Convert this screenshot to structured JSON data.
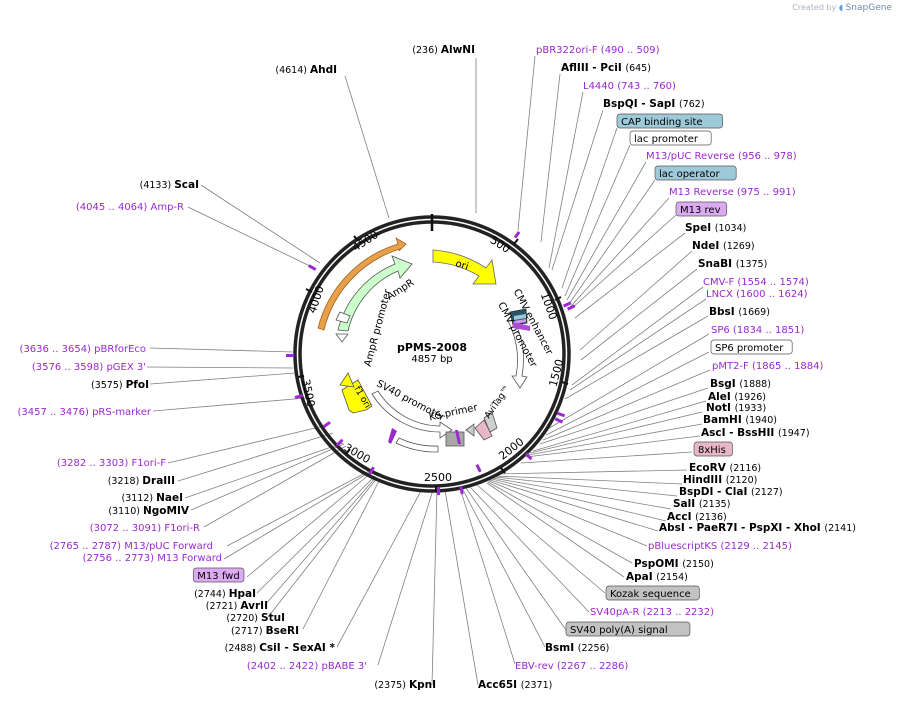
{
  "credit": {
    "prefix": "Created by",
    "brand": "SnapGene"
  },
  "plasmid": {
    "name": "pPMS-2008",
    "length": "4857 bp"
  },
  "ticks": [
    "500",
    "1000",
    "1500",
    "2000",
    "2500",
    "3000",
    "3500",
    "4000",
    "4500"
  ],
  "features": {
    "ori": "ori",
    "cmv_enhancer": "CMV enhancer",
    "cmv_promoter": "CMV promoter",
    "avitag": "AviTag™",
    "ks_primer": "KS primer",
    "sv40_promoter": "SV40 promoter",
    "f1_ori": "f1 ori",
    "ampr_promoter": "AmpR promoter",
    "ampr": "AmpR"
  },
  "labels": [
    {
      "id": "alwni",
      "num": "(236)",
      "name": "AlwNI",
      "kind": "enz"
    },
    {
      "id": "ahdi",
      "num": "(4614)",
      "name": "AhdI",
      "kind": "enz"
    },
    {
      "id": "pbr322ori-f",
      "name": "pBR322ori-F",
      "range": "(490 .. 509)",
      "kind": "primer"
    },
    {
      "id": "aflIII",
      "name": "AflIII - PciI",
      "num": "(645)",
      "kind": "enz_r"
    },
    {
      "id": "l4440",
      "name": "L4440",
      "range": "(743 .. 760)",
      "kind": "primer"
    },
    {
      "id": "bspqi",
      "name": "BspQI - SapI",
      "num": "(762)",
      "kind": "enz_r"
    },
    {
      "id": "cap",
      "name": "CAP binding site",
      "kind": "box_blue"
    },
    {
      "id": "lacprom",
      "name": "lac promoter",
      "kind": "box_white"
    },
    {
      "id": "m13puc-rev",
      "name": "M13/pUC Reverse",
      "range": "(956 .. 978)",
      "kind": "primer"
    },
    {
      "id": "lacop",
      "name": "lac operator",
      "kind": "box_blue"
    },
    {
      "id": "m13-rev",
      "name": "M13 Reverse",
      "range": "(975 .. 991)",
      "kind": "primer"
    },
    {
      "id": "m13rev-box",
      "name": "M13 rev",
      "kind": "box_purple"
    },
    {
      "id": "spei",
      "name": "SpeI",
      "num": "(1034)",
      "kind": "enz_r"
    },
    {
      "id": "ndei",
      "name": "NdeI",
      "num": "(1269)",
      "kind": "enz_r"
    },
    {
      "id": "snabi",
      "name": "SnaBI",
      "num": "(1375)",
      "kind": "enz_r"
    },
    {
      "id": "cmv-f",
      "name": "CMV-F",
      "range": "(1554 .. 1574)",
      "kind": "primer"
    },
    {
      "id": "lncx",
      "name": "LNCX",
      "range": "(1600 .. 1624)",
      "kind": "primer"
    },
    {
      "id": "bbsi",
      "name": "BbsI",
      "num": "(1669)",
      "kind": "enz_r"
    },
    {
      "id": "sp6",
      "name": "SP6",
      "range": "(1834 .. 1851)",
      "kind": "primer"
    },
    {
      "id": "sp6prom",
      "name": "SP6 promoter",
      "kind": "box_white"
    },
    {
      "id": "pmt2-f",
      "name": "pMT2-F",
      "range": "(1865 .. 1884)",
      "kind": "primer"
    },
    {
      "id": "bsgi",
      "name": "BsgI",
      "num": "(1888)",
      "kind": "enz_r"
    },
    {
      "id": "alei",
      "name": "AleI",
      "num": "(1926)",
      "kind": "enz_r"
    },
    {
      "id": "noti",
      "name": "NotI",
      "num": "(1933)",
      "kind": "enz_r"
    },
    {
      "id": "bamhi",
      "name": "BamHI",
      "num": "(1940)",
      "kind": "enz_r"
    },
    {
      "id": "asci",
      "name": "AscI - BssHII",
      "num": "(1947)",
      "kind": "enz_r"
    },
    {
      "id": "8xhis",
      "name": "8xHis",
      "kind": "box_pink"
    },
    {
      "id": "ecorv",
      "name": "EcoRV",
      "num": "(2116)",
      "kind": "enz_r"
    },
    {
      "id": "hindiii",
      "name": "HindIII",
      "num": "(2120)",
      "kind": "enz_r"
    },
    {
      "id": "bspdi",
      "name": "BspDI - ClaI",
      "num": "(2127)",
      "kind": "enz_r"
    },
    {
      "id": "sali",
      "name": "SalI",
      "num": "(2135)",
      "kind": "enz_r"
    },
    {
      "id": "acci",
      "name": "AccI",
      "num": "(2136)",
      "kind": "enz_r"
    },
    {
      "id": "absi",
      "name": "AbsI - PaeR7I - PspXI - XhoI",
      "num": "(2141)",
      "kind": "enz_r"
    },
    {
      "id": "pbluescriptks",
      "name": "pBluescriptKS",
      "range": "(2129 .. 2145)",
      "kind": "primer"
    },
    {
      "id": "pspomi",
      "name": "PspOMI",
      "num": "(2150)",
      "kind": "enz_r"
    },
    {
      "id": "apai",
      "name": "ApaI",
      "num": "(2154)",
      "kind": "enz_r"
    },
    {
      "id": "kozak",
      "name": "Kozak sequence",
      "kind": "box_gray"
    },
    {
      "id": "sv40pa-r",
      "name": "SV40pA-R",
      "range": "(2213 .. 2232)",
      "kind": "primer"
    },
    {
      "id": "sv40pa",
      "name": "SV40 poly(A) signal",
      "kind": "box_gray"
    },
    {
      "id": "bsmi",
      "name": "BsmI",
      "num": "(2256)",
      "kind": "enz_r"
    },
    {
      "id": "ebv-rev",
      "name": "EBV-rev",
      "range": "(2267 .. 2286)",
      "kind": "primer"
    },
    {
      "id": "acc65i",
      "name": "Acc65I",
      "num": "(2371)",
      "kind": "enz_r"
    },
    {
      "id": "kpni",
      "num": "(2375)",
      "name": "KpnI",
      "kind": "enz"
    },
    {
      "id": "pbabe3",
      "range": "(2402 .. 2422)",
      "name": "pBABE 3'",
      "kind": "primer_l"
    },
    {
      "id": "csii",
      "num": "(2488)",
      "name": "CsiI - SexAI *",
      "kind": "enz"
    },
    {
      "id": "bseri",
      "num": "(2717)",
      "name": "BseRI",
      "kind": "enz"
    },
    {
      "id": "stui",
      "num": "(2720)",
      "name": "StuI",
      "kind": "enz"
    },
    {
      "id": "avrii",
      "num": "(2721)",
      "name": "AvrII",
      "kind": "enz"
    },
    {
      "id": "hpai",
      "num": "(2744)",
      "name": "HpaI",
      "kind": "enz"
    },
    {
      "id": "m13fwd-box",
      "name": "M13 fwd",
      "kind": "box_purple"
    },
    {
      "id": "m13-fwd",
      "range": "(2756 .. 2773)",
      "name": "M13 Forward",
      "kind": "primer_l"
    },
    {
      "id": "m13puc-fwd",
      "range": "(2765 .. 2787)",
      "name": "M13/pUC Forward",
      "kind": "primer_l"
    },
    {
      "id": "f1ori-r",
      "range": "(3072 .. 3091)",
      "name": "F1ori-R",
      "kind": "primer_l"
    },
    {
      "id": "ngomiv",
      "num": "(3110)",
      "name": "NgoMIV",
      "kind": "enz"
    },
    {
      "id": "naei",
      "num": "(3112)",
      "name": "NaeI",
      "kind": "enz"
    },
    {
      "id": "draiii",
      "num": "(3218)",
      "name": "DraIII",
      "kind": "enz"
    },
    {
      "id": "f1ori-f",
      "range": "(3282 .. 3303)",
      "name": "F1ori-F",
      "kind": "primer_l"
    },
    {
      "id": "prs-marker",
      "range": "(3457 .. 3476)",
      "name": "pRS-marker",
      "kind": "primer_l"
    },
    {
      "id": "pfoi",
      "num": "(3575)",
      "name": "PfoI",
      "kind": "enz"
    },
    {
      "id": "pgex3",
      "range": "(3576 .. 3598)",
      "name": "pGEX 3'",
      "kind": "primer_l"
    },
    {
      "id": "pbrforeco",
      "range": "(3636 .. 3654)",
      "name": "pBRforEco",
      "kind": "primer_l"
    },
    {
      "id": "amp-r",
      "range": "(4045 .. 4064)",
      "name": "Amp-R",
      "kind": "primer_l"
    },
    {
      "id": "scai",
      "num": "(4133)",
      "name": "ScaI",
      "kind": "enz"
    }
  ],
  "colors": {
    "primer": "#9a29cf",
    "ori": "#ffff00",
    "ampr": "#ccffcc",
    "box_blue": "#9ec9d9",
    "box_gray": "#c2c2c2",
    "box_pink": "#e8b7c7",
    "box_purple": "#dcaaf0"
  }
}
